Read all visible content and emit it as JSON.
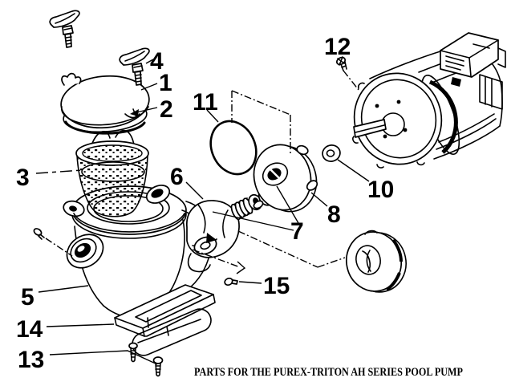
{
  "caption": "PARTS FOR THE PUREX-TRITON AH SERIES POOL PUMP",
  "callouts": {
    "n1": "1",
    "n2": "2",
    "n3": "3",
    "n4": "4",
    "n5": "5",
    "n6": "6",
    "n7": "7",
    "n8": "8",
    "n10": "10",
    "n11": "11",
    "n12": "12",
    "n13": "13",
    "n14": "14",
    "n15": "15"
  },
  "colors": {
    "ink": "#000000",
    "paper": "#ffffff"
  }
}
